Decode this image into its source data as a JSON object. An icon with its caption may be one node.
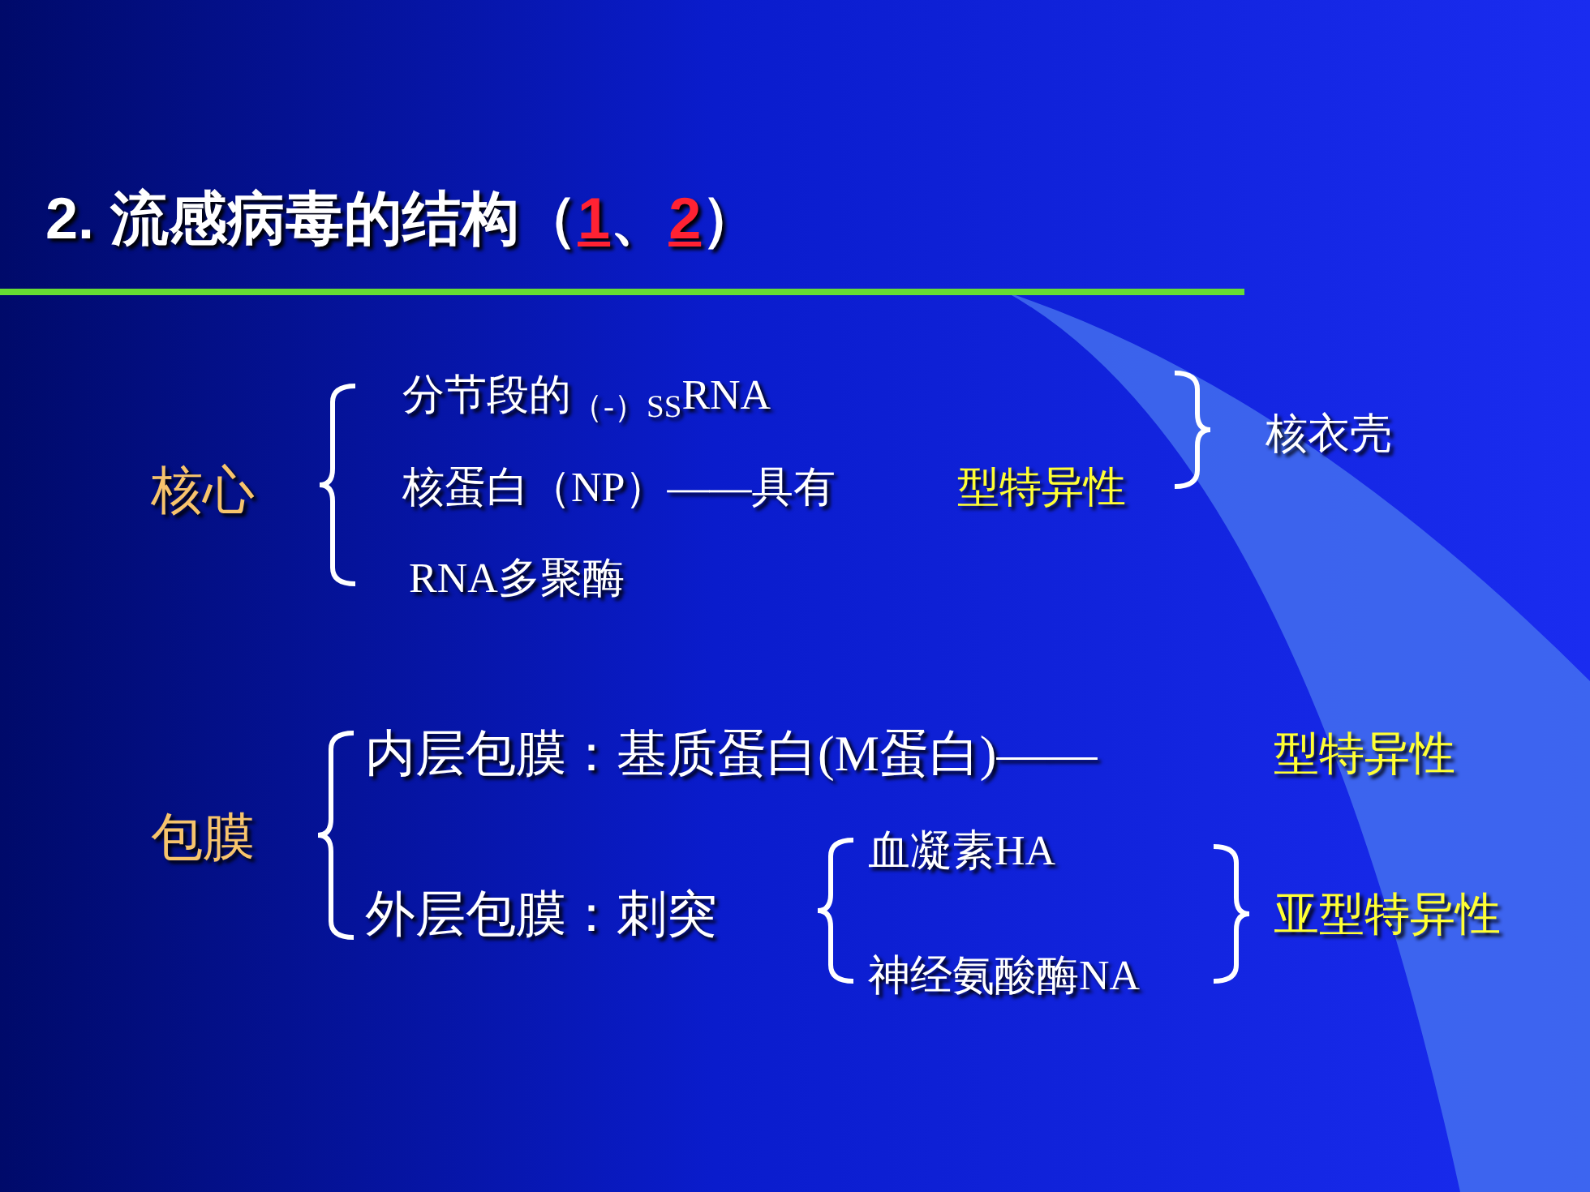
{
  "diagram": {
    "title": "2. 流感病毒的结构（1、2）",
    "labels": [
      "核心",
      "分节段的$_{（-）SS}$RNA",
      "核蛋白（NP）——具有",
      "型特异性",
      "RNA多聚酶",
      "核衣壳",
      "包膜",
      "内层包膜：基质蛋白(M蛋白)——",
      "型特异性",
      "外层包膜：刺突",
      "血凝素HA",
      "神经氨酸酶NA",
      "亚型特异性"
    ]
  }
}
